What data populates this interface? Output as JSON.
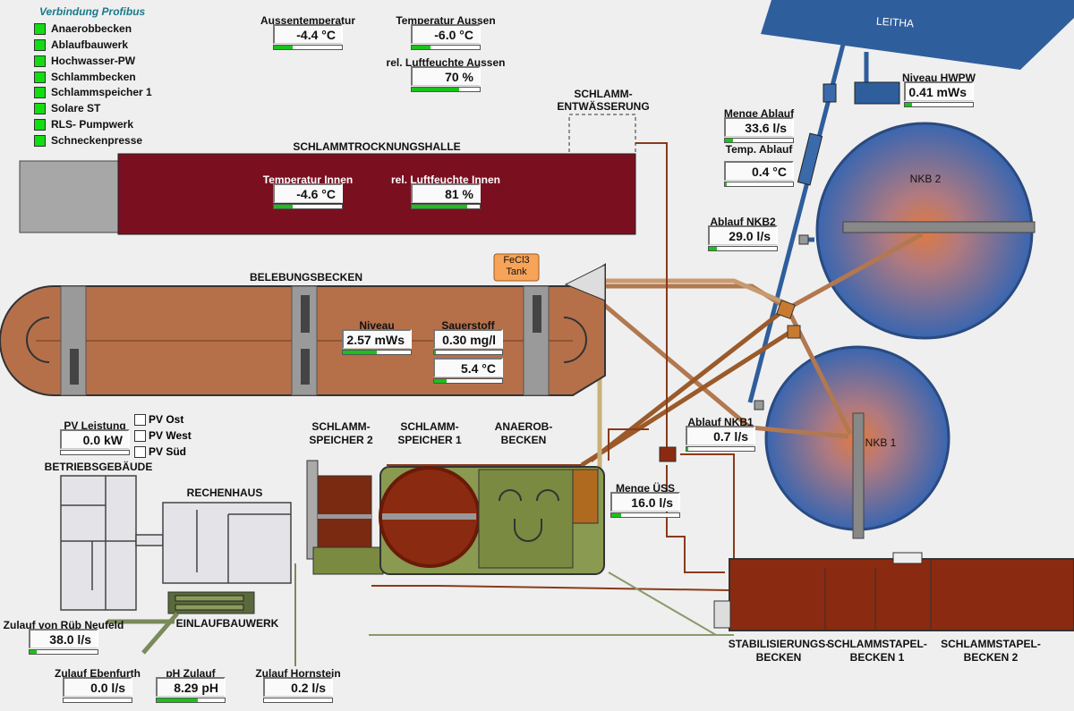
{
  "profibus": {
    "title": "Verbindung Profibus",
    "status_color": "#11dd11",
    "items": [
      "Anaerobbecken",
      "Ablaufbauwerk",
      "Hochwasser-PW",
      "Schlammbecken",
      "Schlammspeicher 1",
      "Solare ST",
      "RLS- Pumpwerk",
      "Schneckenpresse"
    ]
  },
  "labels": {
    "schlammtrocknungshalle": "SCHLAMMTROCKNUNGSHALLE",
    "schlammentwaesserung_1": "SCHLAMM-",
    "schlammentwaesserung_2": "ENTWÄSSERUNG",
    "belebungsbecken": "BELEBUNGSBECKEN",
    "fecl3_1": "FeCl3",
    "fecl3_2": "Tank",
    "leitha": "LEITHA",
    "nkb2": "NKB 2",
    "nkb1": "NKB 1",
    "schlammspeicher2_1": "SCHLAMM-",
    "schlammspeicher2_2": "SPEICHER 2",
    "schlammspeicher1_1": "SCHLAMM-",
    "schlammspeicher1_2": "SPEICHER 1",
    "anaerob_1": "ANAEROB-",
    "anaerob_2": "BECKEN",
    "betriebsgebaeude": "BETRIEBSGEBÄUDE",
    "rechenhaus": "RECHENHAUS",
    "einlaufbauwerk": "EINLAUFBAUWERK",
    "stabil_1": "STABILISIERUNGS-",
    "stabil_2": "BECKEN",
    "stapel1_1": "SCHLAMMSTAPEL-",
    "stapel1_2": "BECKEN 1",
    "stapel2_1": "SCHLAMMSTAPEL-",
    "stapel2_2": "BECKEN 2"
  },
  "pv": {
    "checkboxes": [
      "PV Ost",
      "PV West",
      "PV Süd"
    ]
  },
  "measurements": {
    "aussentemperatur": {
      "label": "Aussentemperatur",
      "value": "-4.4 °C",
      "level": 0.27
    },
    "temperatur_aussen": {
      "label": "Temperatur Aussen",
      "value": "-6.0 °C",
      "level": 0.27
    },
    "luftfeuchte_aussen": {
      "label": "rel. Luftfeuchte Aussen",
      "value": "70 %",
      "level": 0.7
    },
    "temperatur_innen": {
      "label": "Temperatur Innen",
      "value": "-4.6 °C",
      "level": 0.27
    },
    "luftfeuchte_innen": {
      "label": "rel. Luftfeuchte Innen",
      "value": "81 %",
      "level": 0.81
    },
    "niveau": {
      "label": "Niveau",
      "value": "2.57 mWs",
      "level": 0.5
    },
    "sauerstoff": {
      "label": "Sauerstoff",
      "value": "0.30 mg/l",
      "level": 0.03
    },
    "temp_becken": {
      "value": "5.4 °C",
      "level": 0.18
    },
    "pv_leistung": {
      "label": "PV Leistung",
      "value": "0.0 kW",
      "level": 0.0
    },
    "zulauf_rueb": {
      "label": "Zulauf von Rüb Neufeld",
      "value": "38.0 l/s",
      "level": 0.1
    },
    "zulauf_ebenfurth": {
      "label": "Zulauf Ebenfurth",
      "value": "0.0 l/s",
      "level": 0.0
    },
    "ph_zulauf": {
      "label": "pH Zulauf",
      "value": "8.29 pH",
      "level": 0.6
    },
    "zulauf_hornstein": {
      "label": "Zulauf Hornstein",
      "value": "0.2 l/s",
      "level": 0.0
    },
    "menge_uess": {
      "label": "Menge ÜSS",
      "value": "16.0 l/s",
      "level": 0.15
    },
    "ablauf_nkb1": {
      "label": "Ablauf NKB1",
      "value": "0.7 l/s",
      "level": 0.02
    },
    "ablauf_nkb2": {
      "label": "Ablauf NKB2",
      "value": "29.0 l/s",
      "level": 0.12
    },
    "menge_ablauf": {
      "label": "Menge Ablauf",
      "value": "33.6 l/s",
      "level": 0.12
    },
    "temp_ablauf": {
      "label": "Temp. Ablauf",
      "value": "0.4 °C",
      "level": 0.02
    },
    "niveau_hwpw": {
      "label": "Niveau HWPW",
      "value": "0.41 mWs",
      "level": 0.1
    }
  }
}
